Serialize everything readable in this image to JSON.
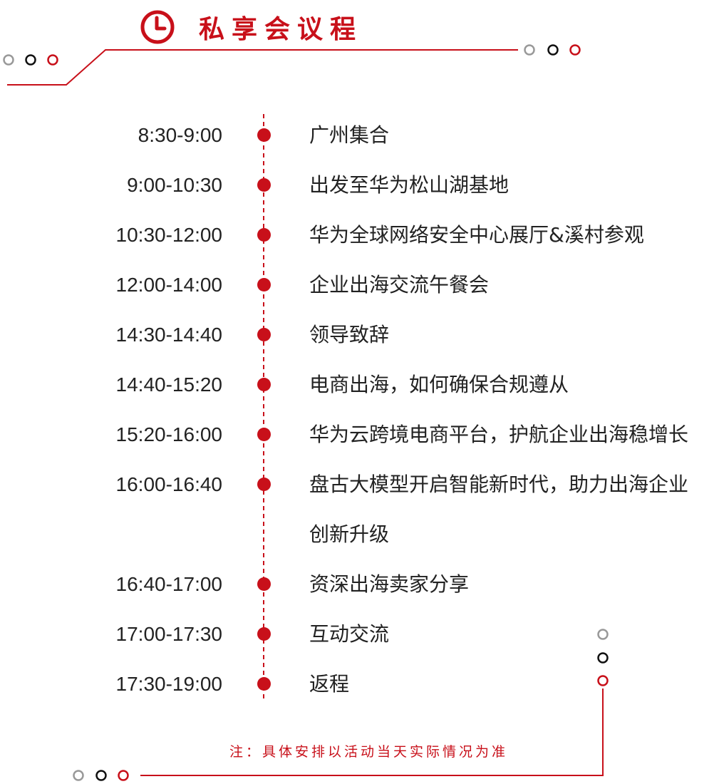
{
  "header": {
    "title": "私享会议程",
    "icon": "clock-icon"
  },
  "colors": {
    "accent": "#c8101a",
    "text": "#222222",
    "decor_gray": "#999999",
    "decor_black": "#111111"
  },
  "agenda": [
    {
      "time": "8:30-9:00",
      "event": "广州集合"
    },
    {
      "time": "9:00-10:30",
      "event": "出发至华为松山湖基地"
    },
    {
      "time": "10:30-12:00",
      "event": "华为全球网络安全中心展厅&溪村参观"
    },
    {
      "time": "12:00-14:00",
      "event": "企业出海交流午餐会"
    },
    {
      "time": "14:30-14:40",
      "event": "领导致辞"
    },
    {
      "time": "14:40-15:20",
      "event": "电商出海，如何确保合规遵从"
    },
    {
      "time": "15:20-16:00",
      "event": "华为云跨境电商平台，护航企业出海稳增长"
    },
    {
      "time": "16:00-16:40",
      "event": "盘古大模型开启智能新时代，助力出海企业"
    },
    {
      "time": "",
      "event": "创新升级"
    },
    {
      "time": "16:40-17:00",
      "event": "资深出海卖家分享"
    },
    {
      "time": "17:00-17:30",
      "event": "互动交流"
    },
    {
      "time": "17:30-19:00",
      "event": "返程"
    }
  ],
  "footer": {
    "note": "注：具体安排以活动当天实际情况为准"
  }
}
